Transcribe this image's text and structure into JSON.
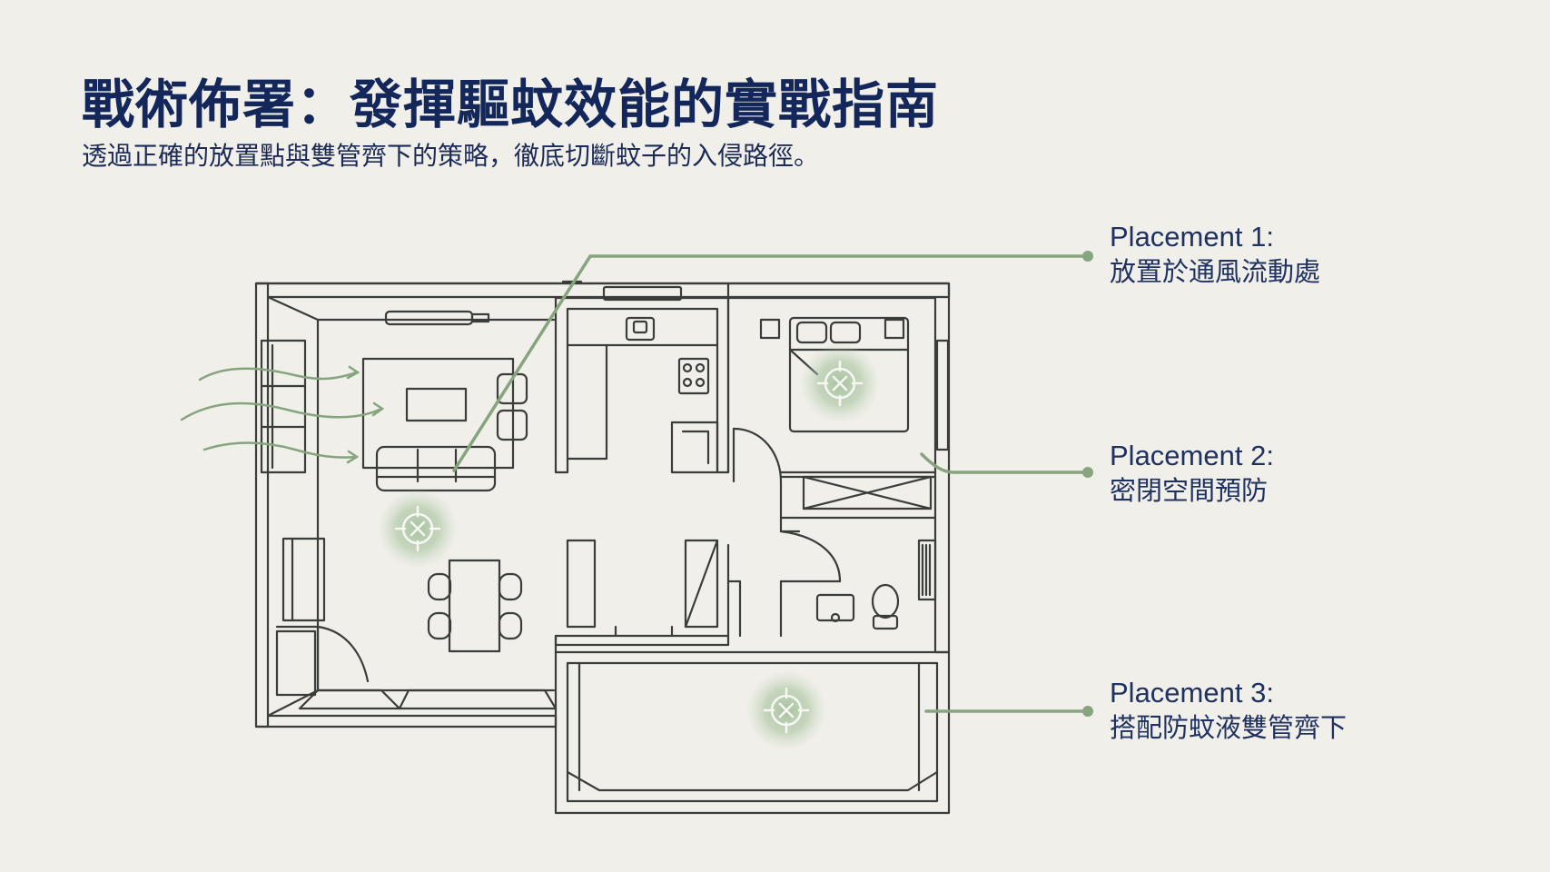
{
  "header": {
    "title": "戰術佈署：發揮驅蚊效能的實戰指南",
    "subtitle": "透過正確的放置點與雙管齊下的策略，徹底切斷蚊子的入侵路徑。"
  },
  "colors": {
    "title": "#14275a",
    "text": "#1f3160",
    "accent_green": "#86a57f",
    "line": "#3a3d3a",
    "background": "#f0efe9"
  },
  "placements": [
    {
      "label": "Placement 1:",
      "desc": "放置於通風流動處"
    },
    {
      "label": "Placement 2:",
      "desc": "密閉空間預防"
    },
    {
      "label": "Placement 3:",
      "desc": "搭配防蚊液雙管齊下"
    }
  ],
  "icons": [
    "target-crosshair-icon",
    "airflow-arrow-icon"
  ]
}
